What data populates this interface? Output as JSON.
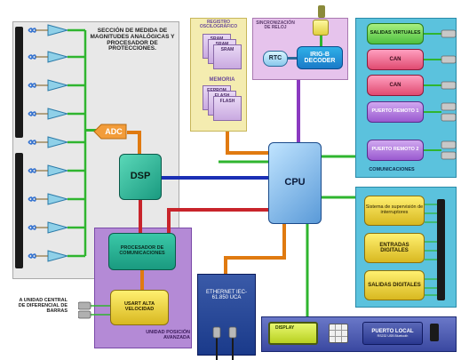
{
  "diagram": {
    "measurement_section": {
      "title": "SECCIÓN DE MEDIDA DE MAGNITUDES ANALÓGICAS Y PROCESADOR DE PROTECCIONES."
    },
    "adc_label": "ADC",
    "dsp_label": "DSP",
    "cpu_label": "CPU",
    "memory_section": {
      "title": "REGISTRO OSCILOGRÁFICO",
      "memory_title": "MEMORIA",
      "chips_top": [
        "SRAM",
        "SRAM",
        "SRAM"
      ],
      "chips_bottom": [
        "EEPROM",
        "FLASH",
        "FLASH"
      ]
    },
    "sync_section": {
      "title": "SINCRONIZACIÓN DE RELOJ",
      "rtc_label": "RTC",
      "decoder_label": "IRIG-B DECODER"
    },
    "communications": {
      "section_label": "COMUNICACIONES",
      "items": [
        "SALIDAS VIRTUALES",
        "CAN",
        "CAN",
        "PUERTO REMOTO 1",
        "PUERTO REMOTO 2"
      ]
    },
    "io_section": {
      "items": [
        "Sistema de supervisión de interruptores",
        "ENTRADAS DIGITALES",
        "SALIDAS DIGITALES"
      ]
    },
    "comm_processor_label": "PROCESADOR DE COMUNICACIONES",
    "usart_label": "USART ALTA VELOCIDAD",
    "advanced_unit_label": "UNIDAD POSICIÓN AVANZADA",
    "bus_differential_label": "A UNIDAD CENTRAL DE DIFERENCIAL DE BARRAS",
    "ethernet_label": "ETHERNET IEC-61.850 UCA",
    "front_panel": {
      "display_label": "DISPLAY",
      "local_port_label": "PUERTO LOCAL",
      "local_port_sub": "RS232 USB Bluetooth"
    },
    "colors": {
      "bus_blue": "#1a2fb5",
      "bus_green": "#2fb52f",
      "bus_red": "#c8242b",
      "bus_orange": "#e07a10",
      "cpu_fill": "#7fb8e8",
      "dsp_fill": "#2fb59a",
      "comm_panel": "#5bc2dd",
      "io_panel": "#5bc2dd",
      "purple_panel": "#b48ad6"
    }
  }
}
